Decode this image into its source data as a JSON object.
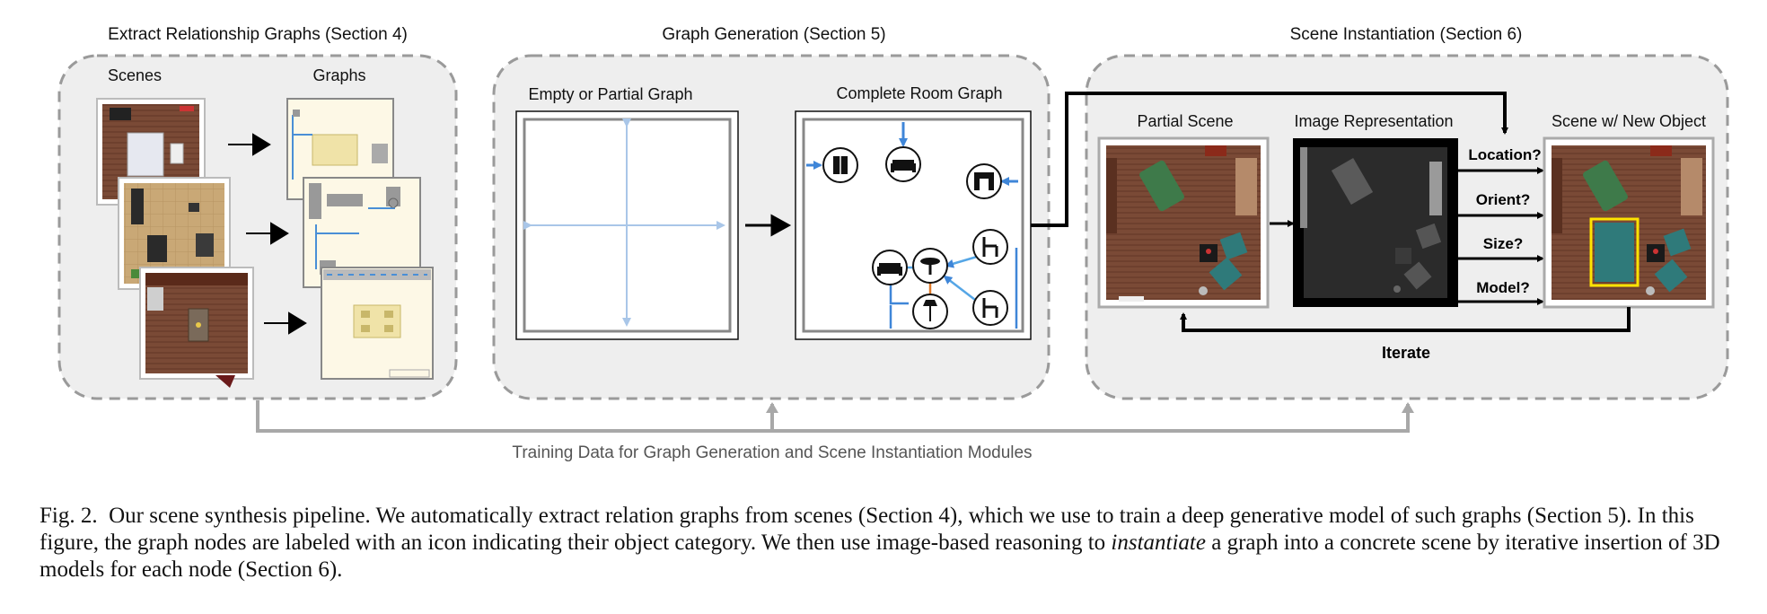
{
  "sections": {
    "extract": "Extract Relationship Graphs (Section 4)",
    "generation": "Graph Generation (Section 5)",
    "instantiation": "Scene Instantiation (Section 6)"
  },
  "extract": {
    "scenes": "Scenes",
    "graphs": "Graphs"
  },
  "generation": {
    "empty": "Empty or Partial Graph",
    "complete": "Complete Room Graph"
  },
  "instantiation": {
    "partial": "Partial Scene",
    "image_rep": "Image Representation",
    "new_object": "Scene w/ New Object",
    "questions": [
      "Location?",
      "Orient?",
      "Size?",
      "Model?"
    ],
    "iterate": "Iterate"
  },
  "training": "Training Data for Graph Generation and Scene Instantiation Modules",
  "caption": {
    "label": "Fig. 2.",
    "part1": "Our scene synthesis pipeline. We automatically extract relation graphs from scenes (Section 4), which we use to train a deep generative model of such graphs (Section 5). In this figure, the graph nodes are labeled with an icon indicating their object category. We then use image-based reasoning to",
    "emph": "instantiate",
    "part2": "a graph into a concrete scene by iterative insertion of 3D models for each node (Section 6)."
  },
  "colors": {
    "panel": "#eeeeee",
    "dash": "#9a9a9a",
    "edge": "#4a8fd6",
    "light_edge": "#a9c6e8",
    "highlight": "#ffe400"
  }
}
